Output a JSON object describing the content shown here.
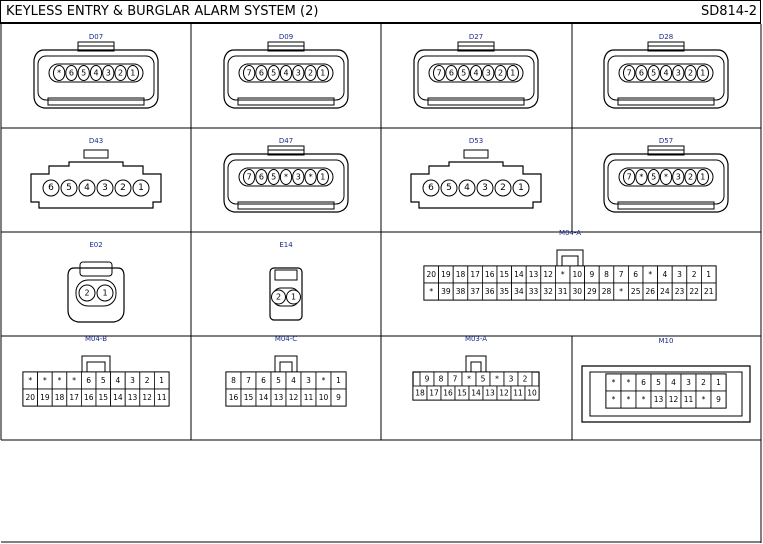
{
  "header": {
    "title": "KEYLESS ENTRY & BURGLAR ALARM SYSTEM (2)",
    "code": "SD814-2"
  },
  "connectors": [
    {
      "label": "D07",
      "pins": [
        "*",
        "6",
        "5",
        "4",
        "3",
        "2",
        "1"
      ]
    },
    {
      "label": "D09",
      "pins": [
        "7",
        "6",
        "5",
        "4",
        "3",
        "2",
        "1"
      ]
    },
    {
      "label": "D27",
      "pins": [
        "7",
        "6",
        "5",
        "4",
        "3",
        "2",
        "1"
      ]
    },
    {
      "label": "D28",
      "pins": [
        "7",
        "6",
        "5",
        "4",
        "3",
        "2",
        "1"
      ]
    },
    {
      "label": "D43",
      "pins": [
        "6",
        "5",
        "4",
        "3",
        "2",
        "1"
      ]
    },
    {
      "label": "D47",
      "pins": [
        "7",
        "6",
        "5",
        "*",
        "3",
        "*",
        "1"
      ]
    },
    {
      "label": "D53",
      "pins": [
        "6",
        "5",
        "4",
        "3",
        "2",
        "1"
      ]
    },
    {
      "label": "D57",
      "pins": [
        "7",
        "*",
        "5",
        "*",
        "3",
        "2",
        "1"
      ]
    },
    {
      "label": "E02",
      "pins": [
        "2",
        "1"
      ]
    },
    {
      "label": "E14",
      "pins": [
        "2",
        "1"
      ]
    },
    {
      "label": "M04-A",
      "rows": [
        [
          "20",
          "19",
          "18",
          "17",
          "16",
          "15",
          "14",
          "13",
          "12",
          "*",
          "10",
          "9",
          "8",
          "7",
          "6",
          "*",
          "4",
          "3",
          "2",
          "1"
        ],
        [
          "*",
          "39",
          "38",
          "37",
          "36",
          "35",
          "34",
          "33",
          "32",
          "31",
          "30",
          "29",
          "28",
          "*",
          "25",
          "26",
          "24",
          "23",
          "22",
          "21"
        ]
      ]
    },
    {
      "label": "M04-B",
      "rows": [
        [
          "*",
          "*",
          "*",
          "*",
          "6",
          "5",
          "4",
          "3",
          "2",
          "1"
        ],
        [
          "20",
          "19",
          "18",
          "17",
          "16",
          "15",
          "14",
          "13",
          "12",
          "11"
        ]
      ]
    },
    {
      "label": "M04-C",
      "rows": [
        [
          "8",
          "7",
          "6",
          "5",
          "4",
          "3",
          "*",
          "1"
        ],
        [
          "16",
          "15",
          "14",
          "13",
          "12",
          "11",
          "10",
          "9"
        ]
      ]
    },
    {
      "label": "M03-A",
      "rows": [
        [
          "9",
          "8",
          "7",
          "*",
          "5",
          "*",
          "3",
          "2"
        ],
        [
          "18",
          "17",
          "16",
          "15",
          "14",
          "13",
          "12",
          "11",
          "10"
        ]
      ]
    },
    {
      "label": "M10",
      "rows": [
        [
          "*",
          "*",
          "6",
          "5",
          "4",
          "3",
          "2",
          "1"
        ],
        [
          "*",
          "*",
          "*",
          "13",
          "12",
          "11",
          "*",
          "9"
        ]
      ]
    }
  ]
}
